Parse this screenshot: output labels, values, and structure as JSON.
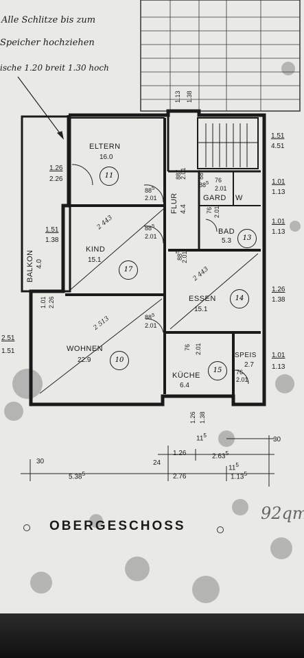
{
  "notes": {
    "line1": "Alle Schlitze bis zum",
    "line2": "Speicher hochziehen",
    "line3": "ische 1.20 breit 1.30 hoch"
  },
  "rooms": {
    "eltern": {
      "name": "ELTERN",
      "area": "16.0",
      "no": "11"
    },
    "kind": {
      "name": "KIND",
      "area": "15.1",
      "no": "17"
    },
    "wohnen": {
      "name": "WOHNEN",
      "area": "22.9",
      "no": "10"
    },
    "essen": {
      "name": "ESSEN",
      "area": "15.1",
      "no": "14"
    },
    "kueche": {
      "name": "KÜCHE",
      "area": "6.4",
      "no": "15"
    },
    "bad": {
      "name": "BAD",
      "area": "5.3",
      "no": "13"
    },
    "flur": {
      "name": "FLUR",
      "area": "4.4"
    },
    "balkon": {
      "name": "BALKON",
      "area": "4.0"
    },
    "gard": {
      "name": "GARD",
      "extra": "W"
    },
    "speis": {
      "name": "SPEIS",
      "area": "2.7"
    }
  },
  "diagonals": {
    "kind": "2 443",
    "wohnen": "2 513",
    "essen": "2 443"
  },
  "windows": {
    "stair_top": "1.51",
    "stair_bot": "4.51",
    "gard_top": "1.01",
    "gard_bot": "1.13",
    "bad_top": "1.01",
    "bad_bot": "1.13",
    "essen_top": "1.26",
    "essen_bot": "1.38",
    "speis_top": "1.01",
    "speis_bot": "1.13",
    "wohnen_top": "2.51",
    "wohnen_bot": "1.51",
    "kind_top": "1.51",
    "kind_bot": "1.38",
    "eltern_top": "1.26",
    "eltern_bot": "2.26",
    "balkon_top": "1.01",
    "balkon_bot": "2.26",
    "kueche_top": "1.26",
    "kueche_bot": "1.38",
    "top_a": "1.13",
    "top_b": "1.38"
  },
  "doors": {
    "d1_top": "88",
    "d1_sup": "5",
    "d1_bot": "2.01",
    "d2_top": "88",
    "d2_sup": "5",
    "d2_bot": "2.01",
    "d3_top": "88",
    "d3_sup": "5",
    "d3_bot": "2.01",
    "d4_top": "88",
    "d4_sup": "5",
    "d4_bot": "2.01",
    "d5_top": "76",
    "d5_bot": "2.01",
    "d6_top": "76",
    "d6_bot": "2.01",
    "d7_top": "76",
    "d7_bot": "2.01",
    "d8_top": "76",
    "d8_bot": "2.01",
    "d9_top": "88",
    "d9_sup": "5",
    "d10_top": "88",
    "d10_sup": "5",
    "d11_top": "88",
    "d11_sup": "5",
    "d11_bot": "2.01"
  },
  "dimensions": {
    "left_30": "30",
    "total_left": "5.38",
    "total_left_sup": "5",
    "mid_24": "24",
    "d_126": "1.26",
    "d_263": "2.63",
    "d_263_sup": "5",
    "d_276": "2.76",
    "d_11": "11",
    "d_11_sup": "5",
    "d_1135": "1.13",
    "d_1135_sup": "5",
    "right_30": "30",
    "top_11": "11",
    "top_11_sup": "5"
  },
  "floor_label": "OBERGESCHOSS",
  "handwritten": "92qm"
}
